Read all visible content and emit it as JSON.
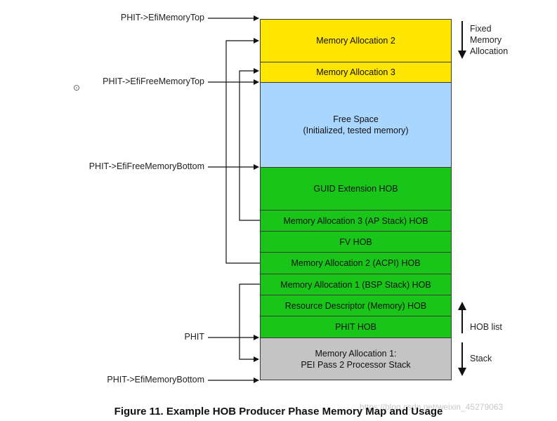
{
  "pointers": [
    "PHIT->EfiMemoryTop",
    "PHIT->EfiFreeMemoryTop",
    "PHIT->EfiFreeMemoryBottom",
    "PHIT",
    "PHIT->EfiMemoryBottom"
  ],
  "blocks": {
    "mem_alloc_2": "Memory Allocation 2",
    "mem_alloc_3": "Memory Allocation 3",
    "free_space_line1": "Free Space",
    "free_space_line2": "(Initialized, tested memory)",
    "guid_ext_hob": "GUID Extension HOB",
    "mem_alloc_3_hob": "Memory Allocation 3 (AP Stack) HOB",
    "fv_hob": "FV HOB",
    "mem_alloc_2_hob": "Memory Allocation 2 (ACPI) HOB",
    "mem_alloc_1_hob": "Memory Allocation 1 (BSP Stack) HOB",
    "resource_desc_hob": "Resource Descriptor (Memory) HOB",
    "phit_hob": "PHIT HOB",
    "mem_alloc_1_line1": "Memory Allocation 1:",
    "mem_alloc_1_line2": "PEI Pass 2 Processor Stack"
  },
  "right_labels": {
    "fixed_1": "Fixed",
    "fixed_2": "Memory",
    "fixed_3": "Allocation",
    "hob_list": "HOB list",
    "stack": "Stack"
  },
  "caption": "Figure 11.  Example HOB Producer Phase Memory Map and Usage",
  "watermark": "https://blog.csdn.net/weixin_45279063",
  "colors": {
    "yellow": "#ffe600",
    "blue": "#a9d6ff",
    "green": "#19c519",
    "gray": "#c4c4c4"
  }
}
